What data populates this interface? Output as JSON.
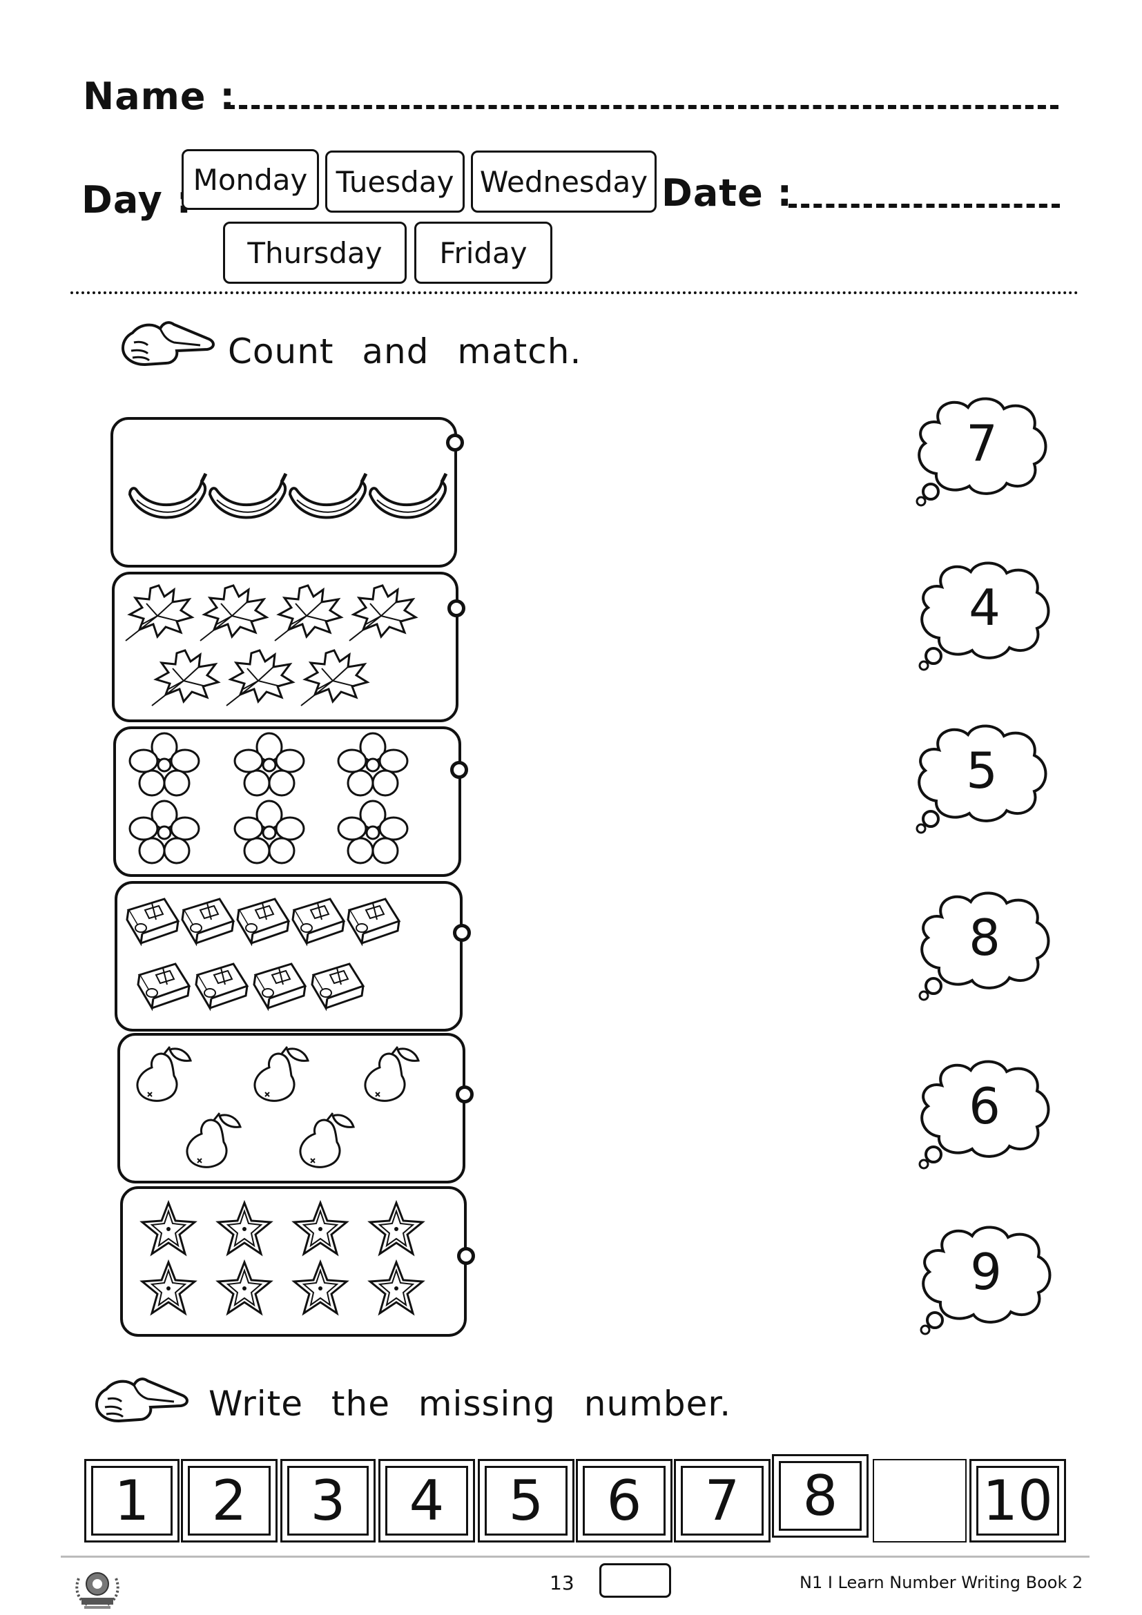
{
  "header": {
    "name_label": "Name :",
    "day_label": "Day :",
    "date_label": "Date :",
    "days": [
      "Monday",
      "Tuesday",
      "Wednesday",
      "Thursday",
      "Friday"
    ]
  },
  "section1": {
    "instruction": "Count and match.",
    "groups": [
      {
        "item": "banana-icon",
        "count": 4
      },
      {
        "item": "leaf-icon",
        "count": 7
      },
      {
        "item": "flower-icon",
        "count": 6
      },
      {
        "item": "sharpener-icon",
        "count": 9
      },
      {
        "item": "pear-icon",
        "count": 5
      },
      {
        "item": "star-icon",
        "count": 8
      }
    ],
    "numbers": [
      "7",
      "4",
      "5",
      "8",
      "6",
      "9"
    ]
  },
  "section2": {
    "instruction": "Write the missing number.",
    "sequence": [
      "1",
      "2",
      "3",
      "4",
      "5",
      "6",
      "7",
      "8",
      "",
      "10"
    ]
  },
  "footer": {
    "page_number": "13",
    "book_title": "N1 I Learn Number Writing Book 2"
  }
}
